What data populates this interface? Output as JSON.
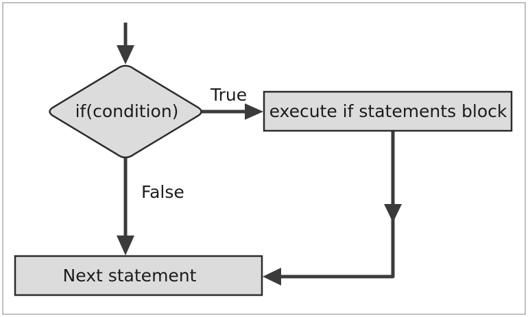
{
  "diagram": {
    "nodes": {
      "condition": {
        "label": "if(condition)",
        "shape": "diamond"
      },
      "if_block": {
        "label": "execute if statements block",
        "shape": "rectangle"
      },
      "next": {
        "label": "Next statement",
        "shape": "rectangle"
      }
    },
    "edges": {
      "true_edge": {
        "label": "True",
        "from": "condition",
        "to": "if_block"
      },
      "false_edge": {
        "label": "False",
        "from": "condition",
        "to": "next"
      },
      "merge_edge": {
        "label": "",
        "from": "if_block",
        "to": "next"
      }
    },
    "colors": {
      "node_fill": "#dcdcdc",
      "node_stroke": "#2b2b2b",
      "edge": "#3b3b3b",
      "frame": "#a9abae"
    }
  }
}
